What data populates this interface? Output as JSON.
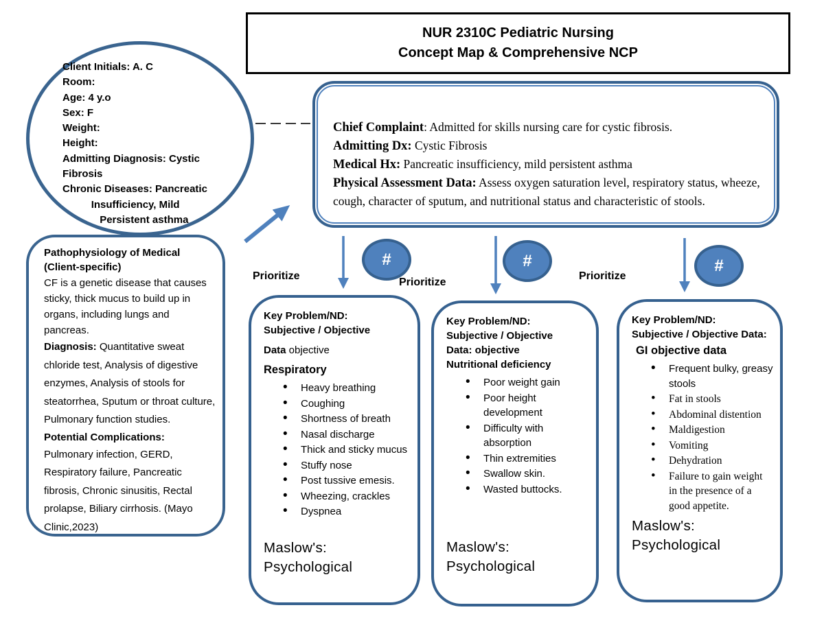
{
  "title": {
    "line1": "NUR 2310C Pediatric Nursing",
    "line2": "Concept Map & Comprehensive NCP"
  },
  "client_info": {
    "text": "Client Initials: A. C\nRoom:\nAge: 4 y.o\nSex: F\nWeight:\nHeight:\nAdmitting Diagnosis: Cystic\nFibrosis\nChronic Diseases: Pancreatic\n          Insufficiency, Mild\n             Persistent asthma"
  },
  "pathophysiology": {
    "heading": "Pathophysiology of Medical (Client-specific)",
    "body": "CF is a genetic disease that causes sticky, thick mucus to build up in organs, including lungs and pancreas.",
    "diagnosis_label": "Diagnosis:",
    "diagnosis_text": " Quantitative sweat chloride test, Analysis of digestive enzymes, Analysis of stools for steatorrhea, Sputum or throat culture, Pulmonary function studies.",
    "complications_label": "Potential Complications:",
    "complications_text": "Pulmonary infection, GERD, Respiratory failure, Pancreatic fibrosis, Chronic sinusitis, Rectal prolapse, Biliary cirrhosis. (Mayo Clinic,2023)"
  },
  "chief": {
    "chief_label": "Chief Complaint",
    "chief_text": ": Admitted for skills nursing care for cystic fibrosis.",
    "admitting_label": "Admitting Dx:",
    "admitting_text": " Cystic Fibrosis",
    "medical_label": "Medical Hx:",
    "medical_text": " Pancreatic insufficiency, mild persistent asthma",
    "physical_label": "Physical Assessment Data:",
    "physical_text": " Assess oxygen saturation level, respiratory status, wheeze, cough, character of sputum, and nutritional status and characteristic of stools."
  },
  "prioritize": {
    "label1": "Prioritize",
    "label2": "Prioritize",
    "label3": "Prioritize"
  },
  "badges": {
    "symbol1": "#",
    "symbol2": "#",
    "symbol3": "#"
  },
  "key_boxes": [
    {
      "header_lines": [
        "Key Problem/ND:",
        "Subjective / Objective"
      ],
      "data_label": "Data",
      "data_text": " objective",
      "category": "Respiratory",
      "items": [
        "Heavy breathing",
        "Coughing",
        "Shortness of breath",
        "Nasal discharge",
        "Thick and sticky mucus",
        "Stuffy nose",
        "Post tussive emesis.",
        "Wheezing, crackles",
        "Dyspnea"
      ],
      "maslow": "Maslow's:\nPsychological"
    },
    {
      "header_lines": [
        "Key Problem/ND:",
        "Subjective / Objective",
        "Data: objective"
      ],
      "category": "Nutritional deficiency",
      "items": [
        "Poor weight gain",
        "Poor height development",
        "Difficulty with absorption",
        "Thin extremities",
        "Swallow skin.",
        "Wasted buttocks."
      ],
      "maslow": "Maslow's:\nPsychological"
    },
    {
      "header_lines": [
        "Key Problem/ND:",
        "Subjective / Objective Data:"
      ],
      "category": "GI objective data",
      "items": [
        "Frequent bulky, greasy stools",
        "Fat in stools",
        "Abdominal distention",
        "Maldigestion",
        "Vomiting",
        "Dehydration",
        "Failure to gain weight in the presence of a good appetite."
      ],
      "maslow": "Maslow's:\nPsychological"
    }
  ],
  "colors": {
    "border_blue": "#36618f",
    "arrow_blue": "#4f81bd",
    "badge_fill": "#4f81bd",
    "connector_black": "#1f1f1f"
  }
}
